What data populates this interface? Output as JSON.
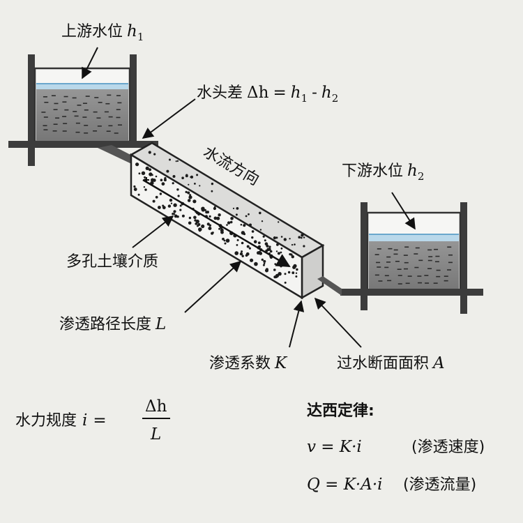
{
  "labels": {
    "upstream_level": "上游水位",
    "upstream_sym": "h",
    "upstream_sub": "1",
    "head_diff": "水头差",
    "head_formula_lhs": "Δh",
    "head_eq": "=",
    "head_h": "h",
    "head_sub1": "1",
    "head_minus": "-",
    "head_sub2": "2",
    "flow_direction": "水流方向",
    "downstream_level": "下游水位",
    "downstream_sym": "h",
    "downstream_sub": "2",
    "porous_medium": "多孔土壤介质",
    "path_length": "渗透路径长度",
    "path_length_sym": "L",
    "permeability": "渗透系数",
    "permeability_sym": "K",
    "cross_section": "过水断面面积",
    "cross_section_sym": "A"
  },
  "formulas": {
    "gradient_label": "水力规度",
    "gradient_sym": "i",
    "gradient_eq": "=",
    "gradient_num": "Δh",
    "gradient_den": "L",
    "darcy_title": "达西定律:",
    "velocity_formula": "v = K·i",
    "velocity_note": "(渗透速度)",
    "discharge_formula": "Q = K·A·i",
    "discharge_note": "(渗透流量)"
  },
  "colors": {
    "water": "#b9d8ea",
    "water_line": "#6aa7cc",
    "soil": "#8e8e8e",
    "soil_dark": "#6f6f6f",
    "frame": "#3c3c3c",
    "medium": "#f4f4f2",
    "ink": "#111111"
  }
}
